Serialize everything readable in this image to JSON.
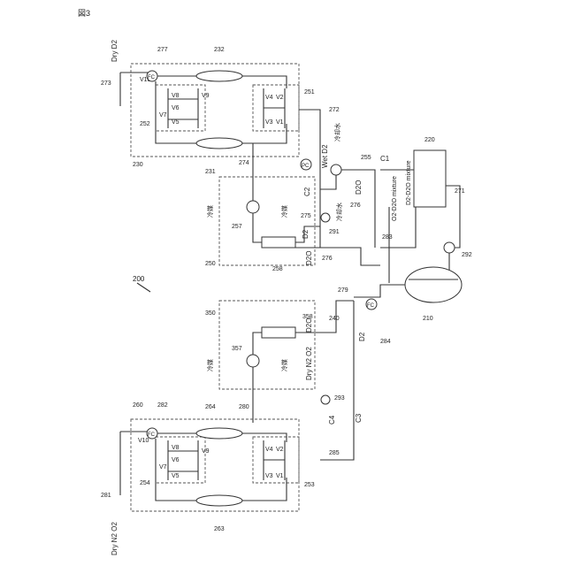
{
  "figure_label": "図3",
  "ref_overall": "200",
  "labels": {
    "dry_d2": "Dry D2",
    "dry_n2_o2_top": "Dry N2 O2",
    "dry_n2_o2_bottom": "Dry N2 O2",
    "wet_d2": "Wet D2",
    "cooling_water": "冷却水",
    "coolant": "冷媒",
    "d2": "D2",
    "d2o": "D2O",
    "d2_d2o_mixture": "D2-D2O mixture",
    "o2_d2o_mixture": "O2-D2O mixture",
    "c1": "C1",
    "c2": "C2",
    "c3": "C3",
    "c4": "C4",
    "v10": "V10",
    "v9": "V9",
    "v8": "V8",
    "v7": "V7",
    "v6": "V6",
    "v5": "V5",
    "v4": "V4",
    "v3": "V3",
    "v2": "V2",
    "v1": "V1",
    "fc": "FC",
    "pc": "PC",
    "fcv": "FC"
  },
  "refs": {
    "r273": "273",
    "r277": "277",
    "r232": "232",
    "r251": "251",
    "r272": "272",
    "r252": "252",
    "r231": "231",
    "r230": "230",
    "r274": "274",
    "r255": "255",
    "r220": "220",
    "r271": "271",
    "r276a": "276",
    "r275": "275",
    "r257": "257",
    "r291": "291",
    "r283": "283",
    "r292": "292",
    "r250": "250",
    "r258": "258",
    "r276b": "276",
    "r279": "279",
    "r210": "210",
    "r284": "284",
    "r350": "350",
    "r358": "358",
    "r240": "240",
    "r357": "357",
    "r280": "280",
    "r293": "293",
    "r260": "260",
    "r282": "282",
    "r264": "264",
    "r281": "281",
    "r254": "254",
    "r253": "253",
    "r285": "285",
    "r263": "263"
  },
  "colors": {
    "line": "#333333",
    "dashed": "#555555",
    "background": "#ffffff"
  }
}
